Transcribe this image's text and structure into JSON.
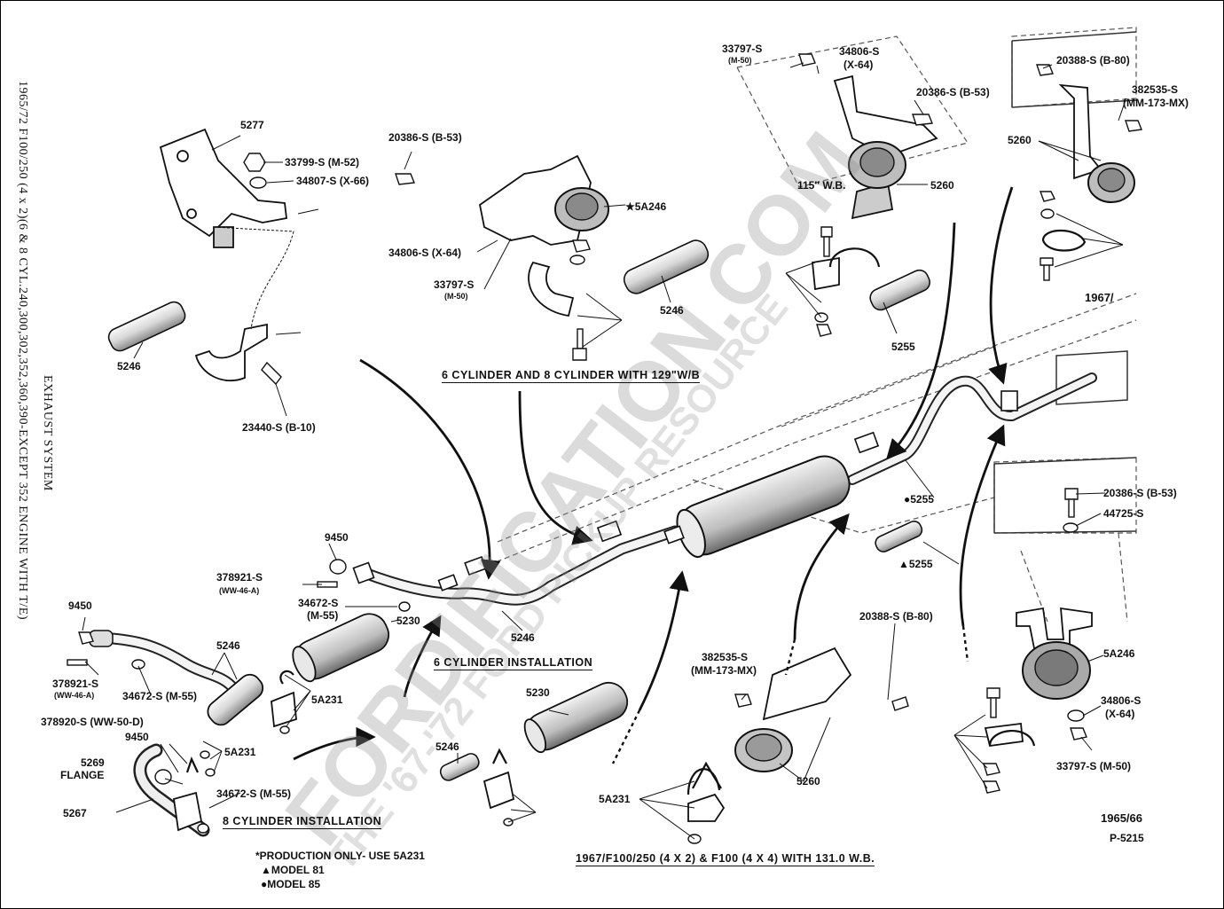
{
  "side_title": {
    "line1": "1965/72 F100/250 (4 x 2)(6 & 8 CYL.240,300,302,352,360,390-EXCEPT 352 ENGINE WITH T/E)",
    "line2": "EXHAUST SYSTEM"
  },
  "watermark": {
    "main": "FORDIFICATION.COM",
    "sub": "THE '67-'72 FORD PICKUP RESOURCE"
  },
  "captions": {
    "six_eight_129": "6 CYLINDER AND 8 CYLINDER WITH 129\"W/B",
    "six_install": "6 CYLINDER INSTALLATION",
    "eight_install": "8 CYLINDER INSTALLATION",
    "bottom": "1967/F100/250 (4 X 2) & F100 (4 X 4) WITH 131.0 W.B."
  },
  "notes": {
    "production": "*PRODUCTION ONLY- USE 5A231",
    "model81": "▲MODEL 81",
    "model85": "●MODEL 85"
  },
  "year_tags": {
    "y1967": "1967/",
    "y1965_66": "1965/66",
    "plate": "P-5215",
    "wb115": "115'' W.B."
  },
  "parts": [
    {
      "id": "p5277",
      "text": "5277"
    },
    {
      "id": "p33799",
      "text": "33799-S (M-52)"
    },
    {
      "id": "p34807",
      "text": "34807-S (X-66)"
    },
    {
      "id": "p5246a",
      "text": "5246"
    },
    {
      "id": "p23440",
      "text": "23440-S (B-10)"
    },
    {
      "id": "p20386a",
      "text": "20386-S (B-53)"
    },
    {
      "id": "p5a246a",
      "text": "★5A246"
    },
    {
      "id": "p34806a",
      "text": "34806-S (X-64)"
    },
    {
      "id": "p33797a",
      "text": "33797-S"
    },
    {
      "id": "p33797a_sub",
      "text": "(M-50)"
    },
    {
      "id": "p5246b",
      "text": "5246"
    },
    {
      "id": "p33797b",
      "text": "33797-S"
    },
    {
      "id": "p33797b_sub",
      "text": "(M-50)"
    },
    {
      "id": "p34806b",
      "text": "34806-S"
    },
    {
      "id": "p34806b_sub",
      "text": "(X-64)"
    },
    {
      "id": "p20386b",
      "text": "20386-S (B-53)"
    },
    {
      "id": "p5260a",
      "text": "5260"
    },
    {
      "id": "p5255a",
      "text": "5255"
    },
    {
      "id": "p20388a",
      "text": "20388-S (B-80)"
    },
    {
      "id": "p382535a",
      "text": "382535-S"
    },
    {
      "id": "p382535a_sub",
      "text": "(MM-173-MX)"
    },
    {
      "id": "p5260b",
      "text": "5260"
    },
    {
      "id": "p5255b",
      "text": "●5255"
    },
    {
      "id": "p5255c",
      "text": "▲5255"
    },
    {
      "id": "p20386c",
      "text": "20386-S (B-53)"
    },
    {
      "id": "p44725",
      "text": "44725-S"
    },
    {
      "id": "p9450a",
      "text": "9450"
    },
    {
      "id": "p378921a",
      "text": "378921-S"
    },
    {
      "id": "p378921a_sub",
      "text": "(WW-46-A)"
    },
    {
      "id": "p34672a",
      "text": "34672-S"
    },
    {
      "id": "p34672a_sub",
      "text": "(M-55)"
    },
    {
      "id": "p5230a",
      "text": "5230"
    },
    {
      "id": "p5246c",
      "text": "5246"
    },
    {
      "id": "p9450b",
      "text": "9450"
    },
    {
      "id": "p378921b",
      "text": "378921-S"
    },
    {
      "id": "p378921b_sub",
      "text": "(WW-46-A)"
    },
    {
      "id": "p5246d",
      "text": "5246"
    },
    {
      "id": "p34672b",
      "text": "34672-S (M-55)"
    },
    {
      "id": "p378920",
      "text": "378920-S (WW-50-D)"
    },
    {
      "id": "p9450c",
      "text": "9450"
    },
    {
      "id": "p5269",
      "text": "5269"
    },
    {
      "id": "p5269_flange",
      "text": "FLANGE"
    },
    {
      "id": "p5267",
      "text": "5267"
    },
    {
      "id": "p5a231a",
      "text": "5A231"
    },
    {
      "id": "p5a231b",
      "text": "5A231"
    },
    {
      "id": "p34672c",
      "text": "34672-S (M-55)"
    },
    {
      "id": "p5230b",
      "text": "5230"
    },
    {
      "id": "p5246e",
      "text": "5246"
    },
    {
      "id": "p382535b",
      "text": "382535-S"
    },
    {
      "id": "p382535b_sub",
      "text": "(MM-173-MX)"
    },
    {
      "id": "p20388b",
      "text": "20388-S (B-80)"
    },
    {
      "id": "p5a231c",
      "text": "5A231"
    },
    {
      "id": "p5260c",
      "text": "5260"
    },
    {
      "id": "p5a246b",
      "text": "5A246"
    },
    {
      "id": "p34806c",
      "text": "34806-S"
    },
    {
      "id": "p34806c_sub",
      "text": "(X-64)"
    },
    {
      "id": "p33797c",
      "text": "33797-S (M-50)"
    }
  ]
}
